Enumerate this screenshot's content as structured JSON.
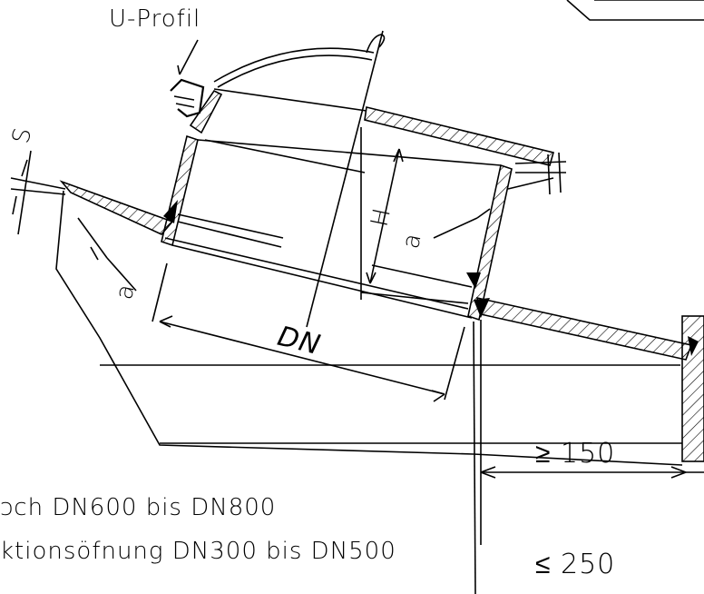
{
  "labels": {
    "u_profil": "U-Profil",
    "s": "S",
    "h": "H",
    "a_left": "a",
    "a_right": "a",
    "dn": "DN",
    "min_dim": "≥ 150",
    "max_dim": "≤ 250"
  },
  "notes": [
    "ɔch DN600 bis DN800",
    "ktionsöfnung DN300 bis DN500"
  ]
}
